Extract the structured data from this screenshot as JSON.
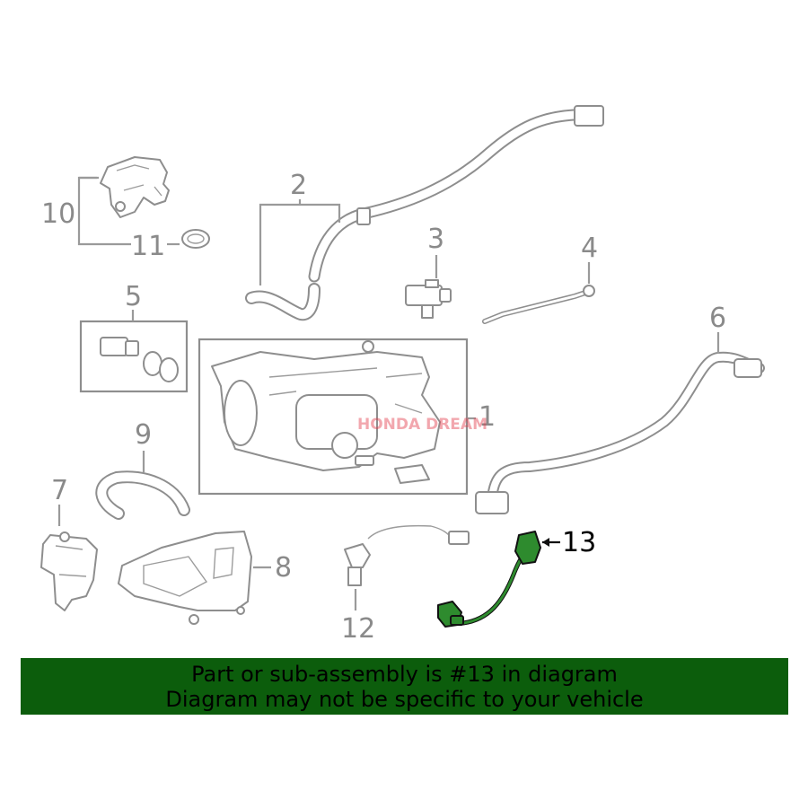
{
  "callouts": {
    "p1": "1",
    "p2": "2",
    "p3": "3",
    "p4": "4",
    "p5": "5",
    "p6": "6",
    "p7": "7",
    "p8": "8",
    "p9": "9",
    "p10": "10",
    "p11": "11",
    "p12": "12",
    "p13": "13"
  },
  "highlight": {
    "part_number": "13",
    "color": "#2e8b2e"
  },
  "watermark": "HONDA DREAM",
  "banner": {
    "line1": "Part or sub-assembly is #13 in diagram",
    "line2": "Diagram may not be specific to your vehicle",
    "background": "#0c5d0c",
    "text_color": "#000000"
  }
}
